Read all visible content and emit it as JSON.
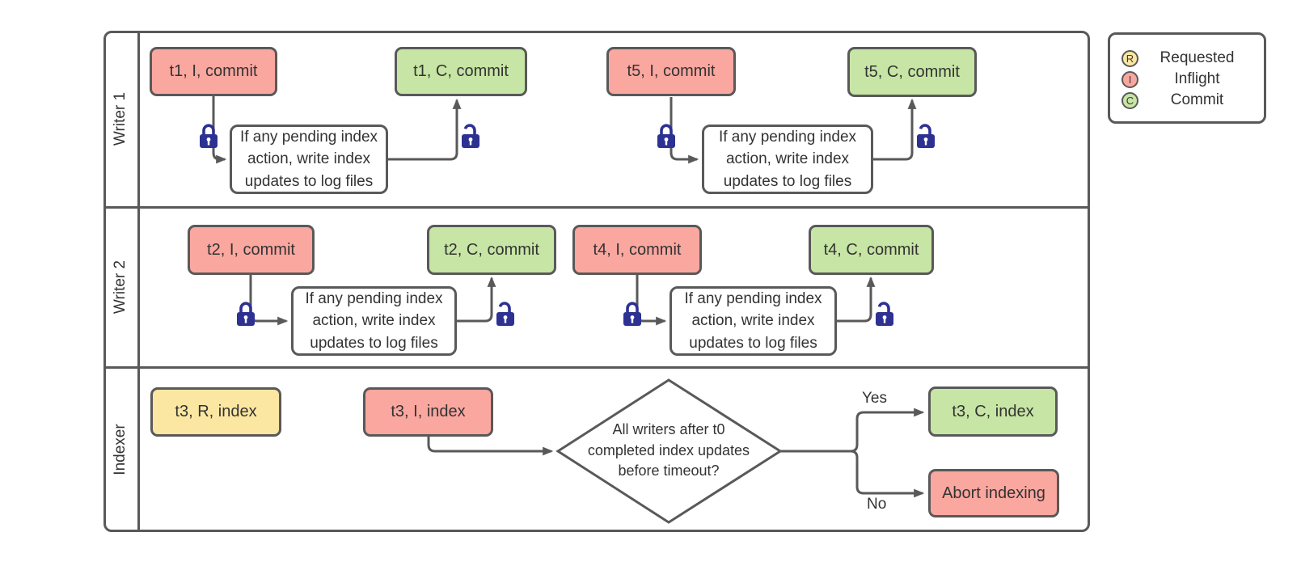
{
  "diagram": {
    "lanes": [
      {
        "label": "Writer 1"
      },
      {
        "label": "Writer 2"
      },
      {
        "label": "Indexer"
      }
    ],
    "nodes": {
      "t1_inflight": "t1, I, commit",
      "t1_commit": "t1, C, commit",
      "t5_inflight": "t5, I, commit",
      "t5_commit": "t5, C, commit",
      "t2_inflight": "t2, I, commit",
      "t2_commit": "t2, C, commit",
      "t4_inflight": "t4, I, commit",
      "t4_commit": "t4, C, commit",
      "t3_requested": "t3, R, index",
      "t3_inflight": "t3, I, index",
      "t3_commit": "t3, C, index",
      "abort": "Abort indexing",
      "pending_action": "If any pending index action, write index updates to log files",
      "decision": "All writers after t0 completed index updates before timeout?"
    },
    "edge_labels": {
      "yes": "Yes",
      "no": "No"
    }
  },
  "legend": {
    "items": [
      {
        "symbol": "R",
        "label": "Requested",
        "color": "#FBE7A1"
      },
      {
        "symbol": "I",
        "label": "Inflight",
        "color": "#FAA79F"
      },
      {
        "symbol": "C",
        "label": "Commit",
        "color": "#C7E5A4"
      }
    ]
  },
  "colors": {
    "requested": "#FBE7A1",
    "inflight": "#FAA79F",
    "commit": "#C7E5A4",
    "stroke": "#595959",
    "lock": "#2D3192"
  }
}
